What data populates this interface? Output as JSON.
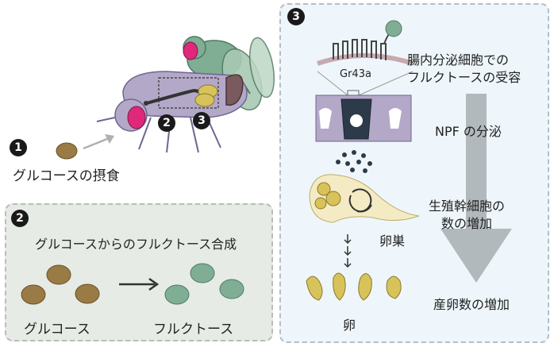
{
  "markers": {
    "one": "1",
    "two": "2",
    "three": "3"
  },
  "section1": {
    "caption": "グルコースの摂食"
  },
  "section2": {
    "title": "グルコースからのフルクトース合成",
    "left_label": "グルコース",
    "right_label": "フルクトース"
  },
  "section3": {
    "receptor_label": "Gr43a",
    "step1_line1": "腸内分泌細胞での",
    "step1_line2": "フルクトースの受容",
    "step2": "NPF の分泌",
    "step3_line1": "生殖幹細胞の",
    "step3_line2": "数の増加",
    "ovary_label": "卵巣",
    "egg_label": "卵",
    "step4": "産卵数の増加"
  },
  "colors": {
    "glucose": "#9a7a45",
    "fructose": "#7fae95",
    "fly_body": "#b3a8c8",
    "fly_eye": "#e0287a",
    "panel2_bg": "#e6ebe6",
    "panel3_bg": "#eef6fb",
    "ovary": "#d8c25a",
    "arrow_gray": "#b2b9bc"
  }
}
